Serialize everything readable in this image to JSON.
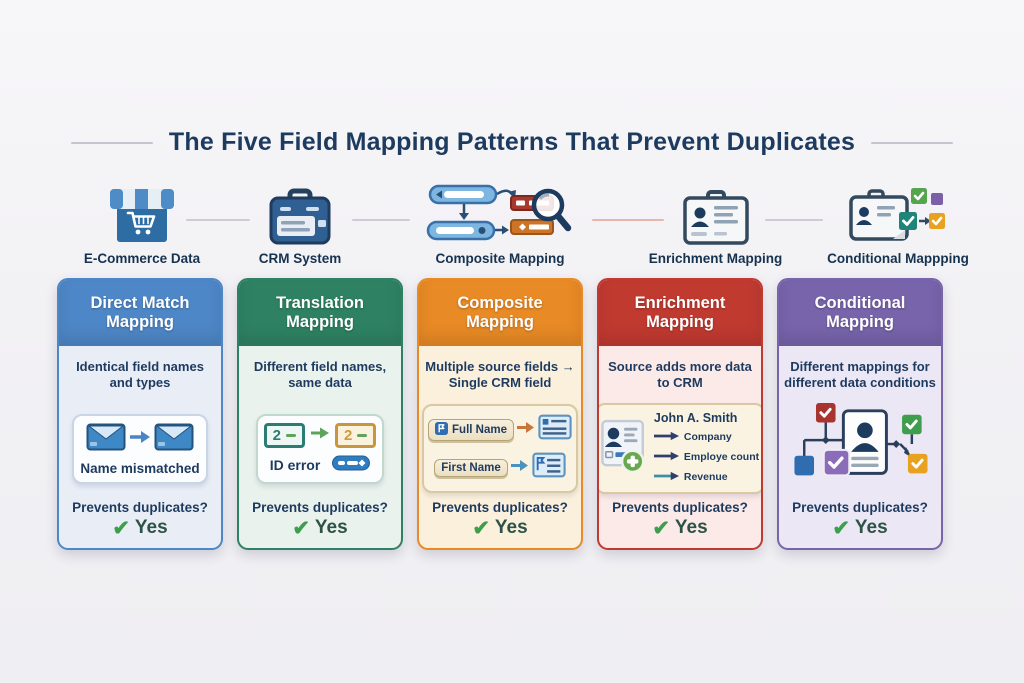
{
  "title": "The Five Field Mapping Patterns That Prevent Duplicates",
  "title_color": "#1d3a5f",
  "glyphs": {
    "check": "✔"
  },
  "icon_row": [
    {
      "icon": "ecommerce-storefront-icon",
      "label": "E-Commerce Data"
    },
    {
      "icon": "crm-briefcase-icon",
      "label": "CRM System"
    },
    {
      "icon": "composite-merge-magnifier-icon",
      "label": "Composite Mapping"
    },
    {
      "icon": "enrichment-id-badge-icon",
      "label": "Enrichment Mapping"
    },
    {
      "icon": "conditional-id-card-checks-icon",
      "label": "Conditional Mappping"
    }
  ],
  "cards": [
    {
      "title": "Direct Match Mapping",
      "accent": "#4e87c7",
      "body_bg": "#e9eef6",
      "description": "Identical field names and types",
      "illustration": {
        "type": "envelope-to-envelope",
        "caption": "Name mismatched"
      },
      "question": "Prevents duplicates?",
      "answer": "Yes"
    },
    {
      "title": "Translation Mapping",
      "accent": "#2e8263",
      "body_bg": "#e9f2ec",
      "description": "Different field names, same data",
      "illustration": {
        "type": "value-translation",
        "source_value": "2",
        "target_value": "2",
        "caption": "ID error"
      },
      "question": "Prevents duplicates?",
      "answer": "Yes"
    },
    {
      "title": "Composite Mapping",
      "accent": "#e88a25",
      "body_bg": "#fbf0dc",
      "description": "Multiple source fields → Single CRM field",
      "illustration": {
        "type": "fields-merge",
        "source_fields": [
          "Full Name",
          "First Name"
        ]
      },
      "question": "Prevents duplicates?",
      "answer": "Yes"
    },
    {
      "title": "Enrichment Mapping",
      "accent": "#c03a30",
      "body_bg": "#fbeae7",
      "description": "Source adds more data to CRM",
      "illustration": {
        "type": "contact-enrichment",
        "contact_name": "John A. Smith",
        "enriched_fields": [
          "Company",
          "Employe count",
          "Revenue"
        ]
      },
      "question": "Prevents duplicates?",
      "answer": "Yes"
    },
    {
      "title": "Conditional Mapping",
      "accent": "#7764ab",
      "body_bg": "#ebe7f4",
      "description": "Different mappings for different data conditions",
      "illustration": {
        "type": "conditional-flowchart"
      },
      "question": "Prevents duplicates?",
      "answer": "Yes"
    }
  ]
}
